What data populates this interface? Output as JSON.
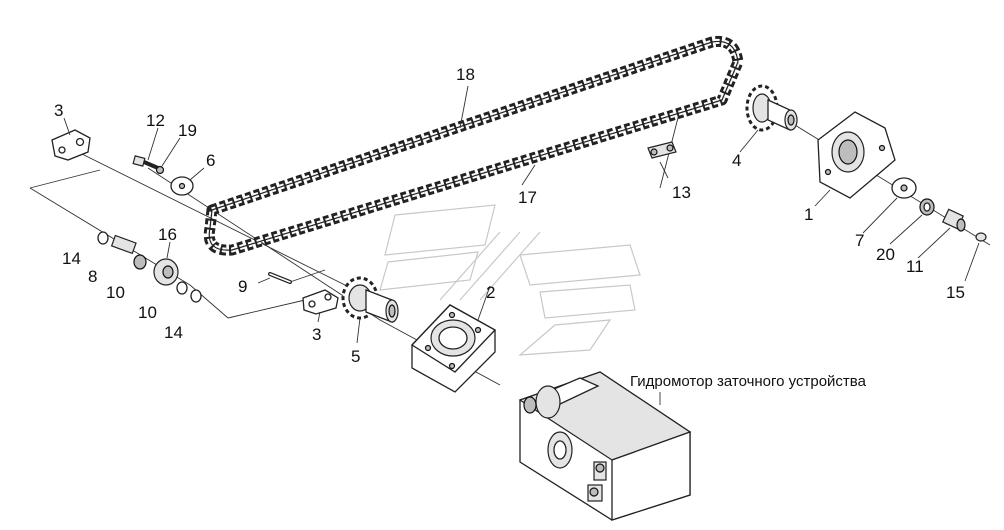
{
  "diagram": {
    "caption": "Гидромотор заточного устройства",
    "labels": {
      "n1": "1",
      "n2": "2",
      "n3a": "3",
      "n3b": "3",
      "n4": "4",
      "n5": "5",
      "n6": "6",
      "n7": "7",
      "n8": "8",
      "n9": "9",
      "n10a": "10",
      "n10b": "10",
      "n11": "11",
      "n12": "12",
      "n13": "13",
      "n14a": "14",
      "n14b": "14",
      "n15": "15",
      "n16": "16",
      "n17": "17",
      "n18": "18",
      "n19": "19",
      "n20": "20"
    }
  }
}
